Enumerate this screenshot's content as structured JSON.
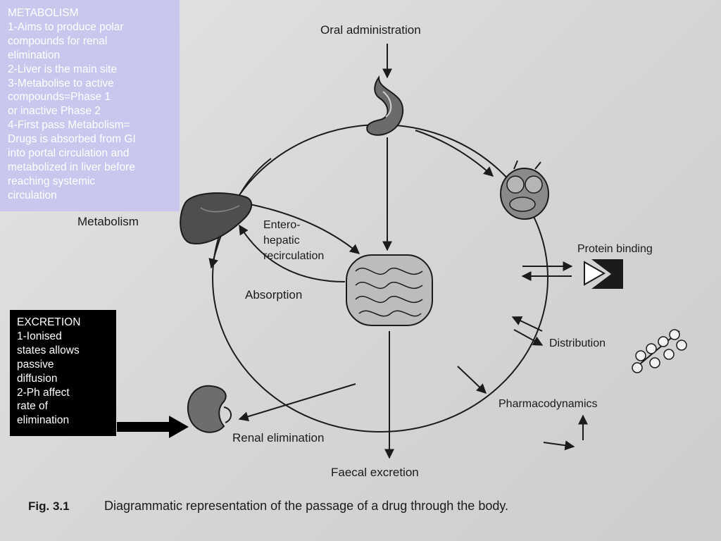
{
  "metabolism_note": {
    "lines": [
      "METABOLISM",
      "1-Aims to produce polar",
      "compounds for renal",
      "elimination",
      "2-Liver is the main site",
      "3-Metabolise to active",
      "compounds=Phase 1",
      "or inactive Phase 2",
      "4-First pass Metabolism=",
      "Drugs is absorbed from GI",
      "into portal circulation and",
      "metabolized in liver before",
      "reaching systemic",
      "circulation"
    ],
    "background": "#c9c7ee"
  },
  "excretion_note": {
    "lines": [
      "EXCRETION",
      "1-Ionised",
      "states allows",
      "passive",
      "diffusion",
      "2-Ph affect",
      "rate of",
      "elimination"
    ],
    "background": "#000000"
  },
  "diagram": {
    "oral_administration": "Oral administration",
    "metabolism": "Metabolism",
    "entero_hepatic_1": "Entero-",
    "entero_hepatic_2": "hepatic",
    "entero_hepatic_3": "recirculation",
    "absorption": "Absorption",
    "protein_binding": "Protein binding",
    "distribution": "Distribution",
    "pharmacodynamics": "Pharmacodynamics",
    "renal_elimination": "Renal elimination",
    "faecal_excretion": "Faecal excretion"
  },
  "caption": {
    "number": "Fig. 3.1",
    "text": "Diagrammatic representation of the passage of a drug through the body."
  }
}
